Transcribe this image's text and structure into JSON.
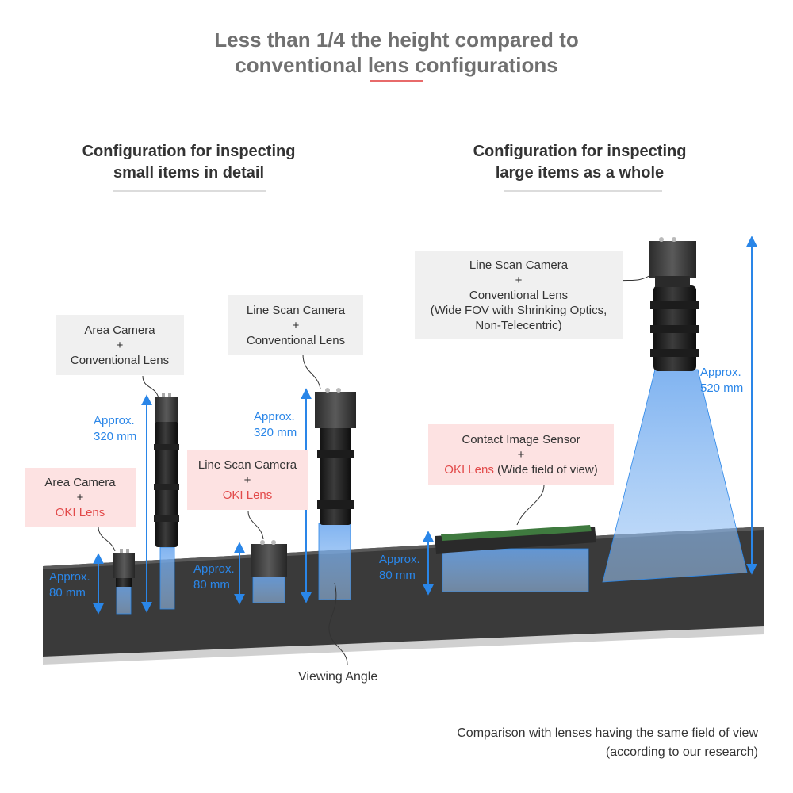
{
  "title": {
    "line1": "Less than 1/4 the height compared to",
    "line2": "conventional lens configurations"
  },
  "sections": {
    "left": {
      "line1": "Configuration for inspecting",
      "line2": "small items in detail"
    },
    "right": {
      "line1": "Configuration for inspecting",
      "line2": "large items as a whole"
    }
  },
  "callouts": {
    "area_conventional": {
      "line1": "Area Camera",
      "line2": "+",
      "line3": "Conventional Lens"
    },
    "area_oki": {
      "line1": "Area Camera",
      "line2": "+",
      "line3": "OKI Lens"
    },
    "line_conventional": {
      "line1": "Line Scan Camera",
      "line2": "+",
      "line3": "Conventional Lens"
    },
    "line_oki": {
      "line1": "Line Scan Camera",
      "line2": "+",
      "line3": "OKI Lens"
    },
    "wide_conventional": {
      "line1": "Line Scan Camera",
      "line2": "+",
      "line3": "Conventional Lens",
      "line4": "(Wide FOV with Shrinking Optics,",
      "line5": "Non-Telecentric)"
    },
    "cis": {
      "line1": "Contact Image Sensor",
      "line2": "+",
      "line3_red": "OKI Lens",
      "line3_rest": " (Wide field of view)"
    }
  },
  "dimensions": {
    "area_oki": {
      "line1": "Approx.",
      "line2": "80 mm"
    },
    "area_conventional": {
      "line1": "Approx.",
      "line2": "320 mm"
    },
    "line_oki": {
      "line1": "Approx.",
      "line2": "80 mm"
    },
    "line_conventional": {
      "line1": "Approx.",
      "line2": "320 mm"
    },
    "cis": {
      "line1": "Approx.",
      "line2": "80 mm"
    },
    "wide_conventional": {
      "line1": "Approx.",
      "line2": "520 mm"
    }
  },
  "viewing_angle_label": "Viewing Angle",
  "footnote": {
    "line1": "Comparison with lenses having the same field of view",
    "line2": "(according to our research)"
  },
  "colors": {
    "dimension_arrow": "#2a86e8",
    "oki_highlight": "#e24a4a",
    "conveyor": "#3a3a3a",
    "light_beam": "#7fb4f0"
  }
}
